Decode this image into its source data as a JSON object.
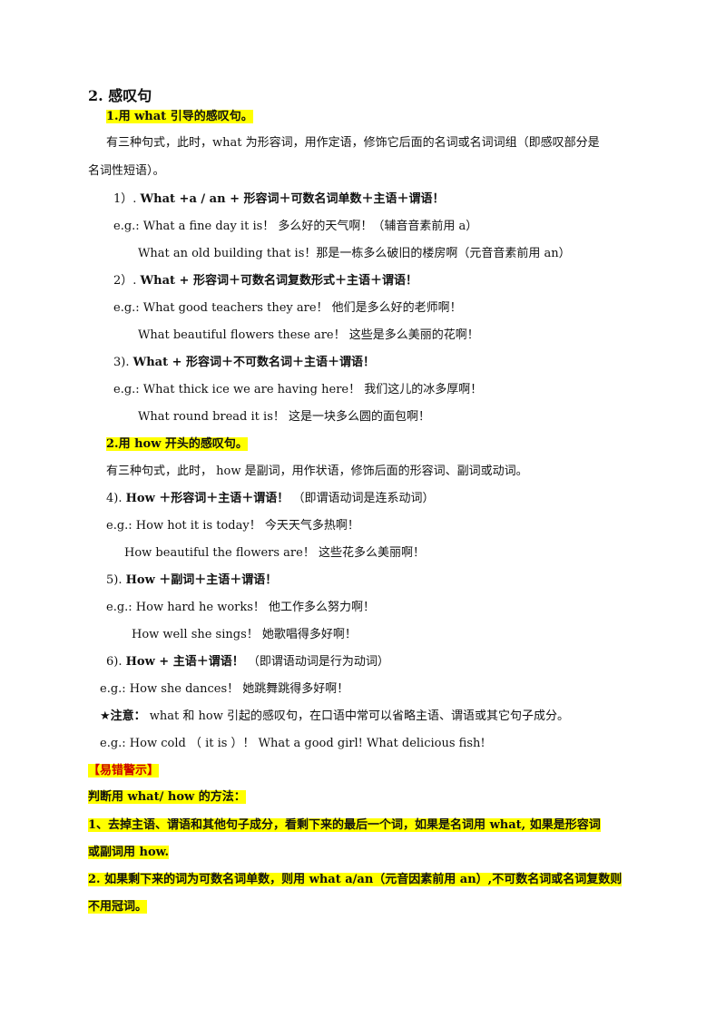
{
  "section": {
    "title": "2. 感叹句"
  },
  "part1": {
    "heading": "1.用 what 引导的感叹句。",
    "intro_1": "有三种句式，此时，what 为形容词，用作定语，修饰它后面的名词或名词词组（即感叹部分是",
    "intro_2": "名词性短语）。",
    "p1": {
      "label": "1）.",
      "pattern": "What +a / an + 形容词＋可数名词单数＋主语＋谓语！",
      "ex1": "e.g.: What a fine day it is！ 多么好的天气啊！（辅音音素前用 a）",
      "ex2": "What an old building that is！那是一栋多么破旧的楼房啊（元音音素前用 an）"
    },
    "p2": {
      "label": "2）.",
      "pattern": "What + 形容词＋可数名词复数形式＋主语＋谓语！",
      "ex1": "e.g.: What good teachers they are！ 他们是多么好的老师啊！",
      "ex2": "What beautiful flowers these are！ 这些是多么美丽的花啊！"
    },
    "p3": {
      "label": "3).",
      "pattern": "What + 形容词＋不可数名词＋主语＋谓语！",
      "ex1": "e.g.: What thick ice we are having here！ 我们这儿的冰多厚啊！",
      "ex2": "What round bread it is！ 这是一块多么圆的面包啊！"
    }
  },
  "part2": {
    "heading": "2.用 how 开头的感叹句。",
    "intro": "有三种句式，此时， how 是副词，用作状语，修饰后面的形容词、副词或动词。",
    "p4": {
      "label": "4).",
      "pattern": "How ＋形容词＋主语＋谓语！",
      "note": "（即谓语动词是连系动词）",
      "ex1": "e.g.: How hot it is today！ 今天天气多热啊！",
      "ex2": "How beautiful the flowers are！ 这些花多么美丽啊！"
    },
    "p5": {
      "label": "5).",
      "pattern": "How ＋副词＋主语＋谓语！",
      "ex1": "e.g.: How hard he works！ 他工作多么努力啊！",
      "ex2": "How well she sings！ 她歌唱得多好啊！"
    },
    "p6": {
      "label": "6).",
      "pattern": "How + 主语＋谓语！",
      "note": "（即谓语动词是行为动词）",
      "ex1": "e.g.: How she dances！ 她跳舞跳得多好啊！"
    }
  },
  "notice": {
    "label": "★注意：",
    "text": "what 和 how 引起的感叹句，在口语中常可以省略主语、谓语或其它句子成分。",
    "example": "e.g.: How cold （ it is ）！ What a good girl! What delicious fish!"
  },
  "warning": {
    "tag": "【易错警示】",
    "method": "判断用 what/ how 的方法：",
    "rule1_a": "1、去掉主语、谓语和其他句子成分，看剩下来的最后一个词，如果是名词用 what, 如果是形容词",
    "rule1_b": "或副词用 how.",
    "rule2_a": "2. 如果剩下来的词为可数名词单数，则用 what a/an（元音因素前用 an）,不可数名词或名词复数则",
    "rule2_b": "不用冠词。"
  }
}
